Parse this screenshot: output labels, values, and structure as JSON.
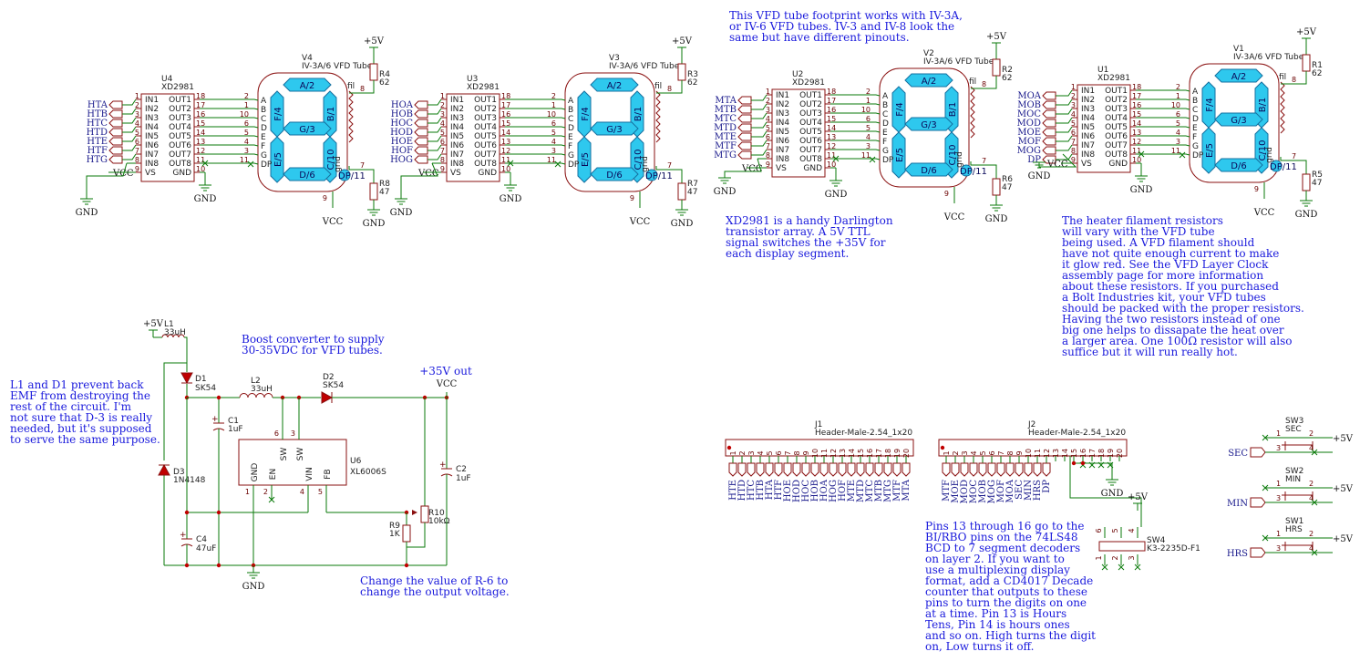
{
  "notes": {
    "vfd_footprint": [
      "This VFD tube footprint works with IV-3A,",
      "or IV-6 VFD tubes. IV-3 and IV-8 look the",
      "same but have different pinouts."
    ],
    "darlington": [
      "XD2981 is a handy Darlington",
      "transistor array. A 5V TTL",
      "signal switches the +35V for",
      "each display segment."
    ],
    "heater": [
      "The heater filament resistors",
      "will vary with the VFD tube",
      "being used. A VFD filament should",
      "have not quite enough current to make",
      "it glow red. See the VFD Layer Clock",
      "assembly page for more information",
      "about these resistors. If you purchased",
      "a Bolt Industries kit, your VFD tubes",
      "should be packed with the proper resistors.",
      "",
      "Having the two resistors instead of one",
      "big one helps to dissapate the heat over",
      "a larger area. One 100Ω resistor will also",
      "suffice but it will run really hot."
    ],
    "boost": [
      "Boost converter to supply",
      "30-35VDC for VFD tubes."
    ],
    "emf": [
      "L1 and D1 prevent back",
      "EMF from destroying the",
      "rest of the circuit. I'm",
      "not sure that D-3 is really",
      "needed, but it's supposed",
      "to serve the same purpose."
    ],
    "r6": [
      "Change the value of R-6 to",
      "change the output voltage."
    ],
    "pins": [
      "Pins 13 through 16 go to the",
      "BI/RBO pins on the 74LS48",
      "BCD to 7 segment decoders",
      "on layer 2. If you want to",
      "use a multiplexing display",
      "format, add a CD4017 Decade",
      "counter that outputs to these",
      "pins to turn the digits on one",
      "at a time. Pin 13 is Hours",
      "Tens, Pin 14 is hours ones",
      "and so on. High turns the digit",
      "on, Low turns it off."
    ],
    "out35": "+35V out"
  },
  "power": {
    "p5v": "+5V",
    "vcc": "VCC",
    "gnd": "GND",
    "p5vb": "+5V"
  },
  "driver": {
    "part": "XD2981",
    "inputs": [
      "IN1",
      "IN2",
      "IN3",
      "IN4",
      "IN5",
      "IN6",
      "IN7",
      "IN8"
    ],
    "outputs": [
      "OUT1",
      "OUT2",
      "OUT3",
      "OUT4",
      "OUT5",
      "OUT6",
      "OUT7",
      "OUT8"
    ],
    "vs": "VS",
    "gndpin": "GND",
    "in_nums": [
      "1",
      "2",
      "3",
      "4",
      "5",
      "6",
      "7",
      "8",
      "9"
    ],
    "out_nums": [
      "18",
      "17",
      "16",
      "15",
      "14",
      "13",
      "12",
      "11",
      "10"
    ]
  },
  "tube": {
    "part": "IV-3A/6 VFD Tube",
    "segments": {
      "a": "A/2",
      "b": "B/1",
      "c": "C/10",
      "d": "D/6",
      "e": "E/5",
      "f": "F/4",
      "g": "G/3",
      "dp": "DP/11"
    },
    "pins": [
      "A",
      "B",
      "C",
      "D",
      "E",
      "F",
      "G",
      "DP"
    ],
    "pin_nums": [
      "2",
      "1",
      "10",
      "6",
      "5",
      "4",
      "3",
      "11"
    ],
    "fil": "fil",
    "grid": "grid",
    "num8": "8",
    "num7": "7",
    "num9": "9"
  },
  "stages": [
    {
      "u": "U4",
      "v": "V4",
      "rt": "R4",
      "rtv": "62",
      "rb": "R8",
      "rbv": "47",
      "nets": [
        "HTA",
        "HTB",
        "HTC",
        "HTD",
        "HTE",
        "HTF",
        "HTG"
      ],
      "dpnet": ""
    },
    {
      "u": "U3",
      "v": "V3",
      "rt": "R3",
      "rtv": "62",
      "rb": "R7",
      "rbv": "47",
      "nets": [
        "HOA",
        "HOB",
        "HOC",
        "HOD",
        "HOE",
        "HOF",
        "HOG"
      ],
      "dpnet": ""
    },
    {
      "u": "U2",
      "v": "V2",
      "rt": "R2",
      "rtv": "62",
      "rb": "R6",
      "rbv": "47",
      "nets": [
        "MTA",
        "MTB",
        "MTC",
        "MTD",
        "MTE",
        "MTF",
        "MTG"
      ],
      "dpnet": ""
    },
    {
      "u": "U1",
      "v": "V1",
      "rt": "R1",
      "rtv": "62",
      "rb": "R5",
      "rbv": "47",
      "nets": [
        "MOA",
        "MOB",
        "MOC",
        "MOD",
        "MOE",
        "MOF",
        "MOG"
      ],
      "dpnet": "DP"
    }
  ],
  "boost_parts": {
    "l1": "L1",
    "l1v": "33uH",
    "l2": "L2",
    "l2v": "33uH",
    "d1": "D1",
    "d1v": "SK54",
    "d2": "D2",
    "d2v": "SK54",
    "d3": "D3",
    "d3v": "1N4148",
    "c1": "C1",
    "c1v": "1uF",
    "c2": "C2",
    "c2v": "1uF",
    "c4": "C4",
    "c4v": "47uF",
    "u6": "U6",
    "u6v": "XL6006S",
    "r9": "R9",
    "r9v": "1K",
    "r10": "R10",
    "r10v": "10kΩ",
    "u6pins": {
      "gnd": "GND",
      "en": "EN",
      "vin": "VIN",
      "fb": "FB",
      "sw": "SW"
    },
    "u6nums": [
      "1",
      "2",
      "4",
      "5",
      "6",
      "3"
    ]
  },
  "headers": {
    "j1": "J1",
    "j2": "J2",
    "part": "Header-Male-2.54_1x20",
    "pin_nums": [
      "1",
      "2",
      "3",
      "4",
      "5",
      "6",
      "7",
      "8",
      "9",
      "10",
      "11",
      "12",
      "13",
      "14",
      "15",
      "16",
      "17",
      "18",
      "19",
      "20"
    ],
    "j1_nets": [
      "HTE",
      "HTD",
      "HTC",
      "HTB",
      "HTA",
      "HTF",
      "HOE",
      "HOD",
      "HOC",
      "HOB",
      "HOA",
      "HOG",
      "HOF",
      "MTE",
      "MTD",
      "MTC",
      "MTB",
      "MTG",
      "MTF",
      "MTA"
    ],
    "j2_nets": [
      "MTF",
      "MOE",
      "MOD",
      "MOC",
      "MOB",
      "MOG",
      "MOF",
      "MOA",
      "SEC",
      "MIN",
      "HRS",
      "DP"
    ]
  },
  "switches": [
    {
      "ref": "SW3",
      "val": "SEC",
      "net": "SEC",
      "pwr": "+5V"
    },
    {
      "ref": "SW2",
      "val": "MIN",
      "net": "MIN",
      "pwr": "+5V"
    },
    {
      "ref": "SW1",
      "val": "HRS",
      "net": "HRS",
      "pwr": "+5V"
    }
  ],
  "sw_nums": [
    "1",
    "2",
    "3",
    "4"
  ],
  "sw4": {
    "ref": "SW4",
    "val": "K3-2235D-F1",
    "nums": [
      "6",
      "5",
      "4",
      "3",
      "2",
      "1"
    ]
  }
}
